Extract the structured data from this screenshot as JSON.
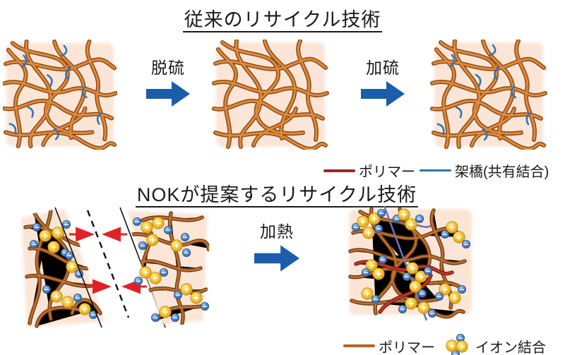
{
  "top_section": {
    "title": "従来のリサイクル技術",
    "steps": [
      {
        "label": "脱硫"
      },
      {
        "label": "加硫"
      }
    ],
    "legend": [
      {
        "label": "ポリマー"
      },
      {
        "label": "架橋(共有結合)"
      }
    ]
  },
  "bottom_section": {
    "title": "NOKが提案するリサイクル技術",
    "step_label": "加熱",
    "legend": [
      {
        "label": "ポリマー"
      },
      {
        "label": "イオン結合"
      }
    ]
  },
  "ions": {
    "plus": "+",
    "minus": "−"
  },
  "colors": {
    "panel-bg": "#fbe5d6",
    "arrow-blue": "#1b5cab",
    "red-arrow": "#e02228",
    "legend-polymer-red": "#9e2428",
    "crosslink-blue": "#2e75b6",
    "legend-polymer-orange": "#c05f1e",
    "strand-dark": "#8c4a16",
    "strand-light": "#e08a3c",
    "strand-red": "#c2382b",
    "joint-blue": "#6b74b8",
    "ion-yellow": "#f0b81e",
    "ion-blue": "#4576b8",
    "ink": "#1a1a1a"
  }
}
